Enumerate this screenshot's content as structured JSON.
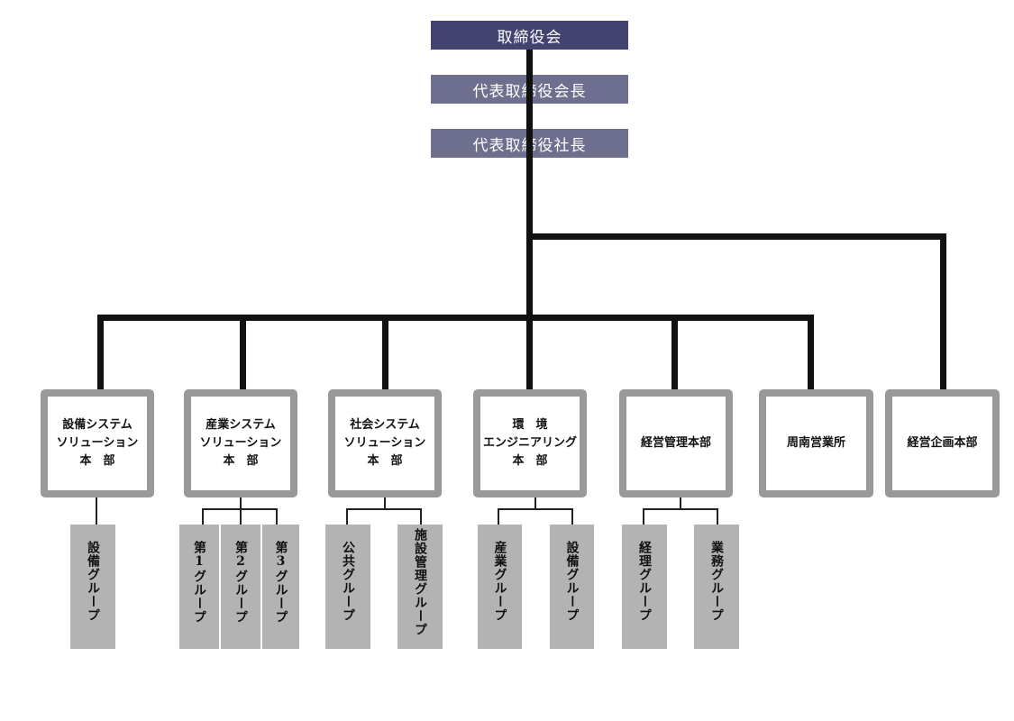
{
  "executives": {
    "board": "取締役会",
    "chairman": "代表取締役会長",
    "president": "代表取締役社長"
  },
  "departments": [
    {
      "label": "設備システム\nソリューション\n本　部",
      "groups": [
        "設備グループ"
      ]
    },
    {
      "label": "産業システム\nソリューション\n本　部",
      "groups": [
        "第1グループ",
        "第2グループ",
        "第3グループ"
      ]
    },
    {
      "label": "社会システム\nソリューション\n本　部",
      "groups": [
        "公共グループ",
        "施設管理グループ"
      ]
    },
    {
      "label": "環　境\nエンジニアリング\n本　部",
      "groups": [
        "産業グループ",
        "設備グループ"
      ]
    },
    {
      "label": "経営管理本部",
      "groups": [
        "経理グループ",
        "業務グループ"
      ]
    },
    {
      "label": "周南営業所",
      "groups": []
    },
    {
      "label": "経営企画本部",
      "groups": []
    }
  ],
  "colors": {
    "board": "#434370",
    "officer": "#6e6e8f",
    "dept_border": "#999999",
    "group_fill": "#b3b3b3"
  }
}
